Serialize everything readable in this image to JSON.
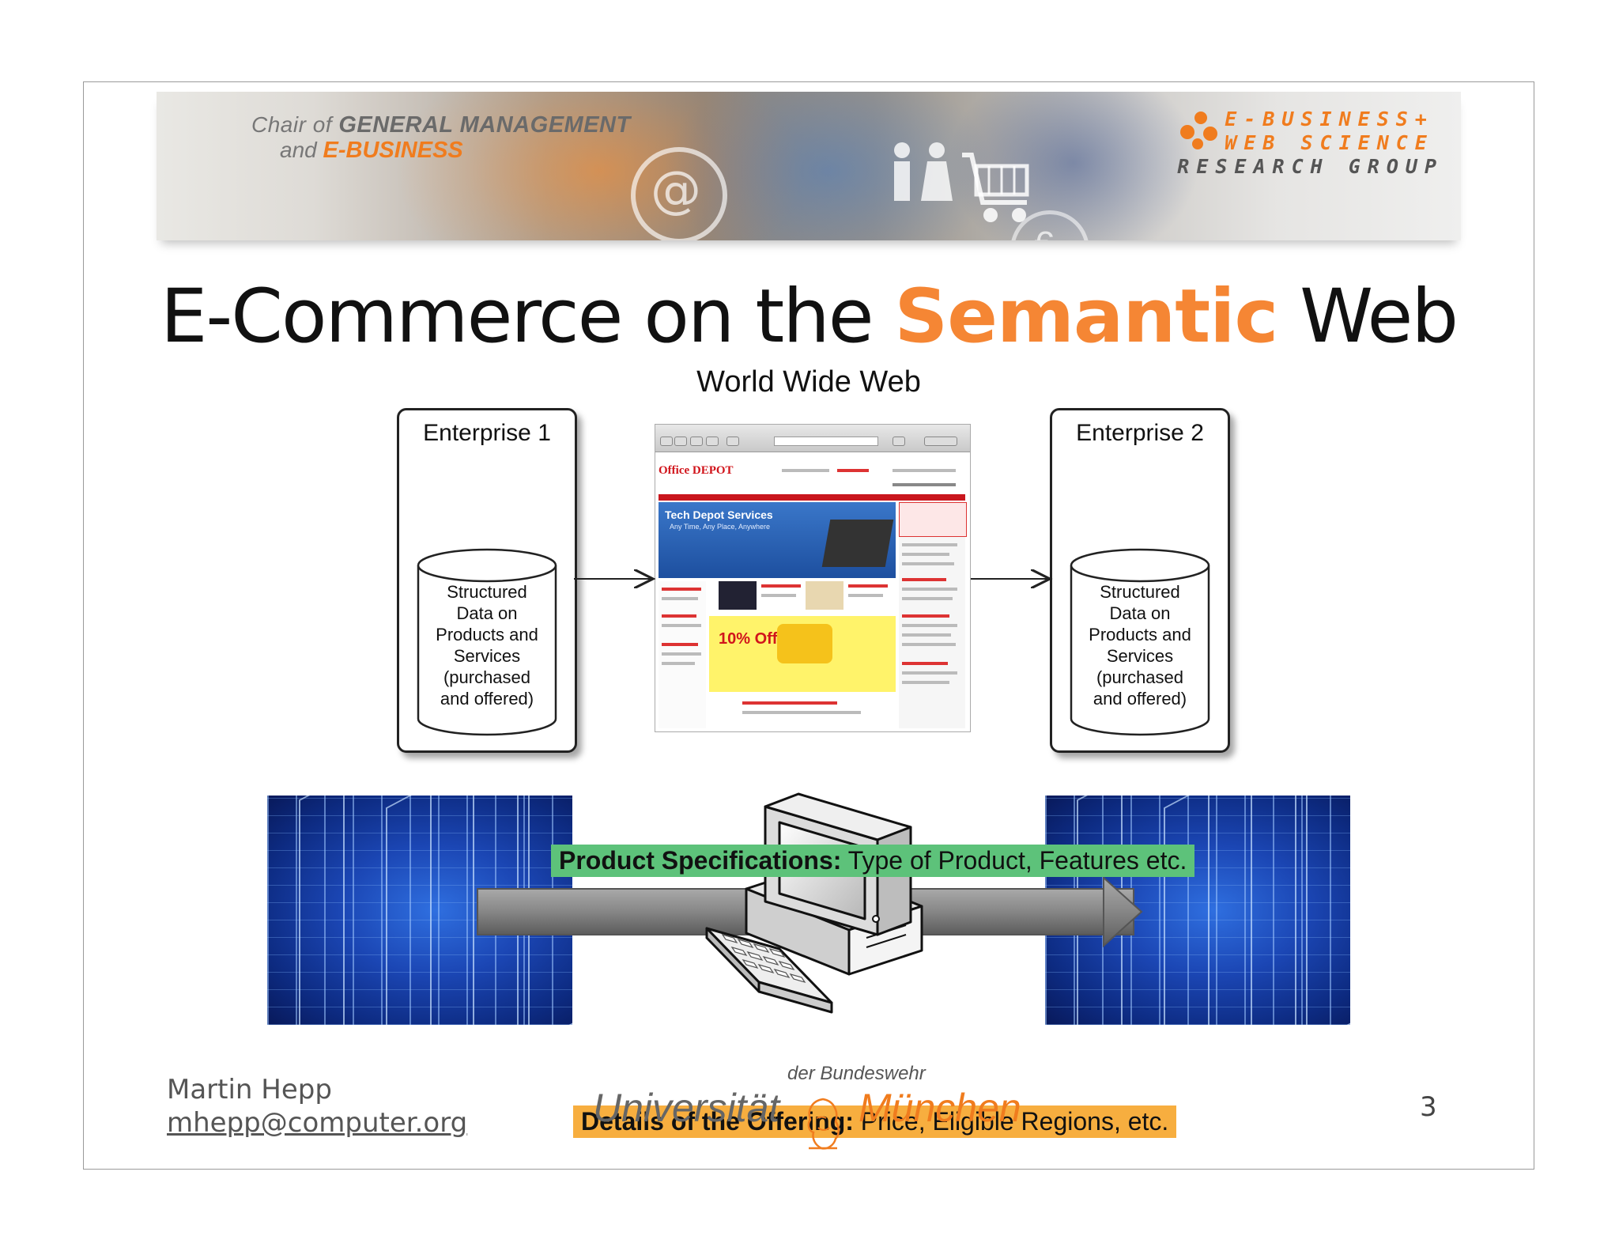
{
  "header": {
    "chair_prefix": "Chair of",
    "chair_name": "GENERAL MANAGEMENT",
    "chair_and": "and",
    "chair_name2": "E-BUSINESS",
    "group_line1": "E-BUSINESS+",
    "group_line2": "WEB SCIENCE",
    "group_line3": "RESEARCH GROUP"
  },
  "title": {
    "part1": "E-Commerce on the",
    "highlight": "Semantic",
    "part2": "Web"
  },
  "diagram": {
    "web_label": "World Wide Web",
    "enterprise1": {
      "label": "Enterprise 1",
      "db_text": [
        "Structured",
        "Data on",
        "Products and",
        "Services",
        "(purchased",
        "and offered)"
      ]
    },
    "enterprise2": {
      "label": "Enterprise 2",
      "db_text": [
        "Structured",
        "Data on",
        "Products and",
        "Services",
        "(purchased",
        "and offered)"
      ]
    },
    "browser": {
      "logo": "Office DEPOT",
      "hero_title": "Tech Depot Services",
      "hero_sub": "Any Time, Any Place, Anywhere",
      "offer": "10% Off"
    }
  },
  "bands": {
    "specs_label": "Product Specifications:",
    "specs_text": " Type of Product, Features etc.",
    "offering_label": "Details of the Offering:",
    "offering_text": " Price, Eligible Regions, etc."
  },
  "footer": {
    "author": "Martin Hepp",
    "email": "mhepp@computer.org",
    "uni_sub": "der Bundeswehr",
    "uni_name": "Universität",
    "uni_city": "München",
    "page": "3"
  },
  "colors": {
    "accent_orange": "#f58634",
    "green_band": "#5dc27a",
    "orange_band": "#f7ae3f"
  }
}
